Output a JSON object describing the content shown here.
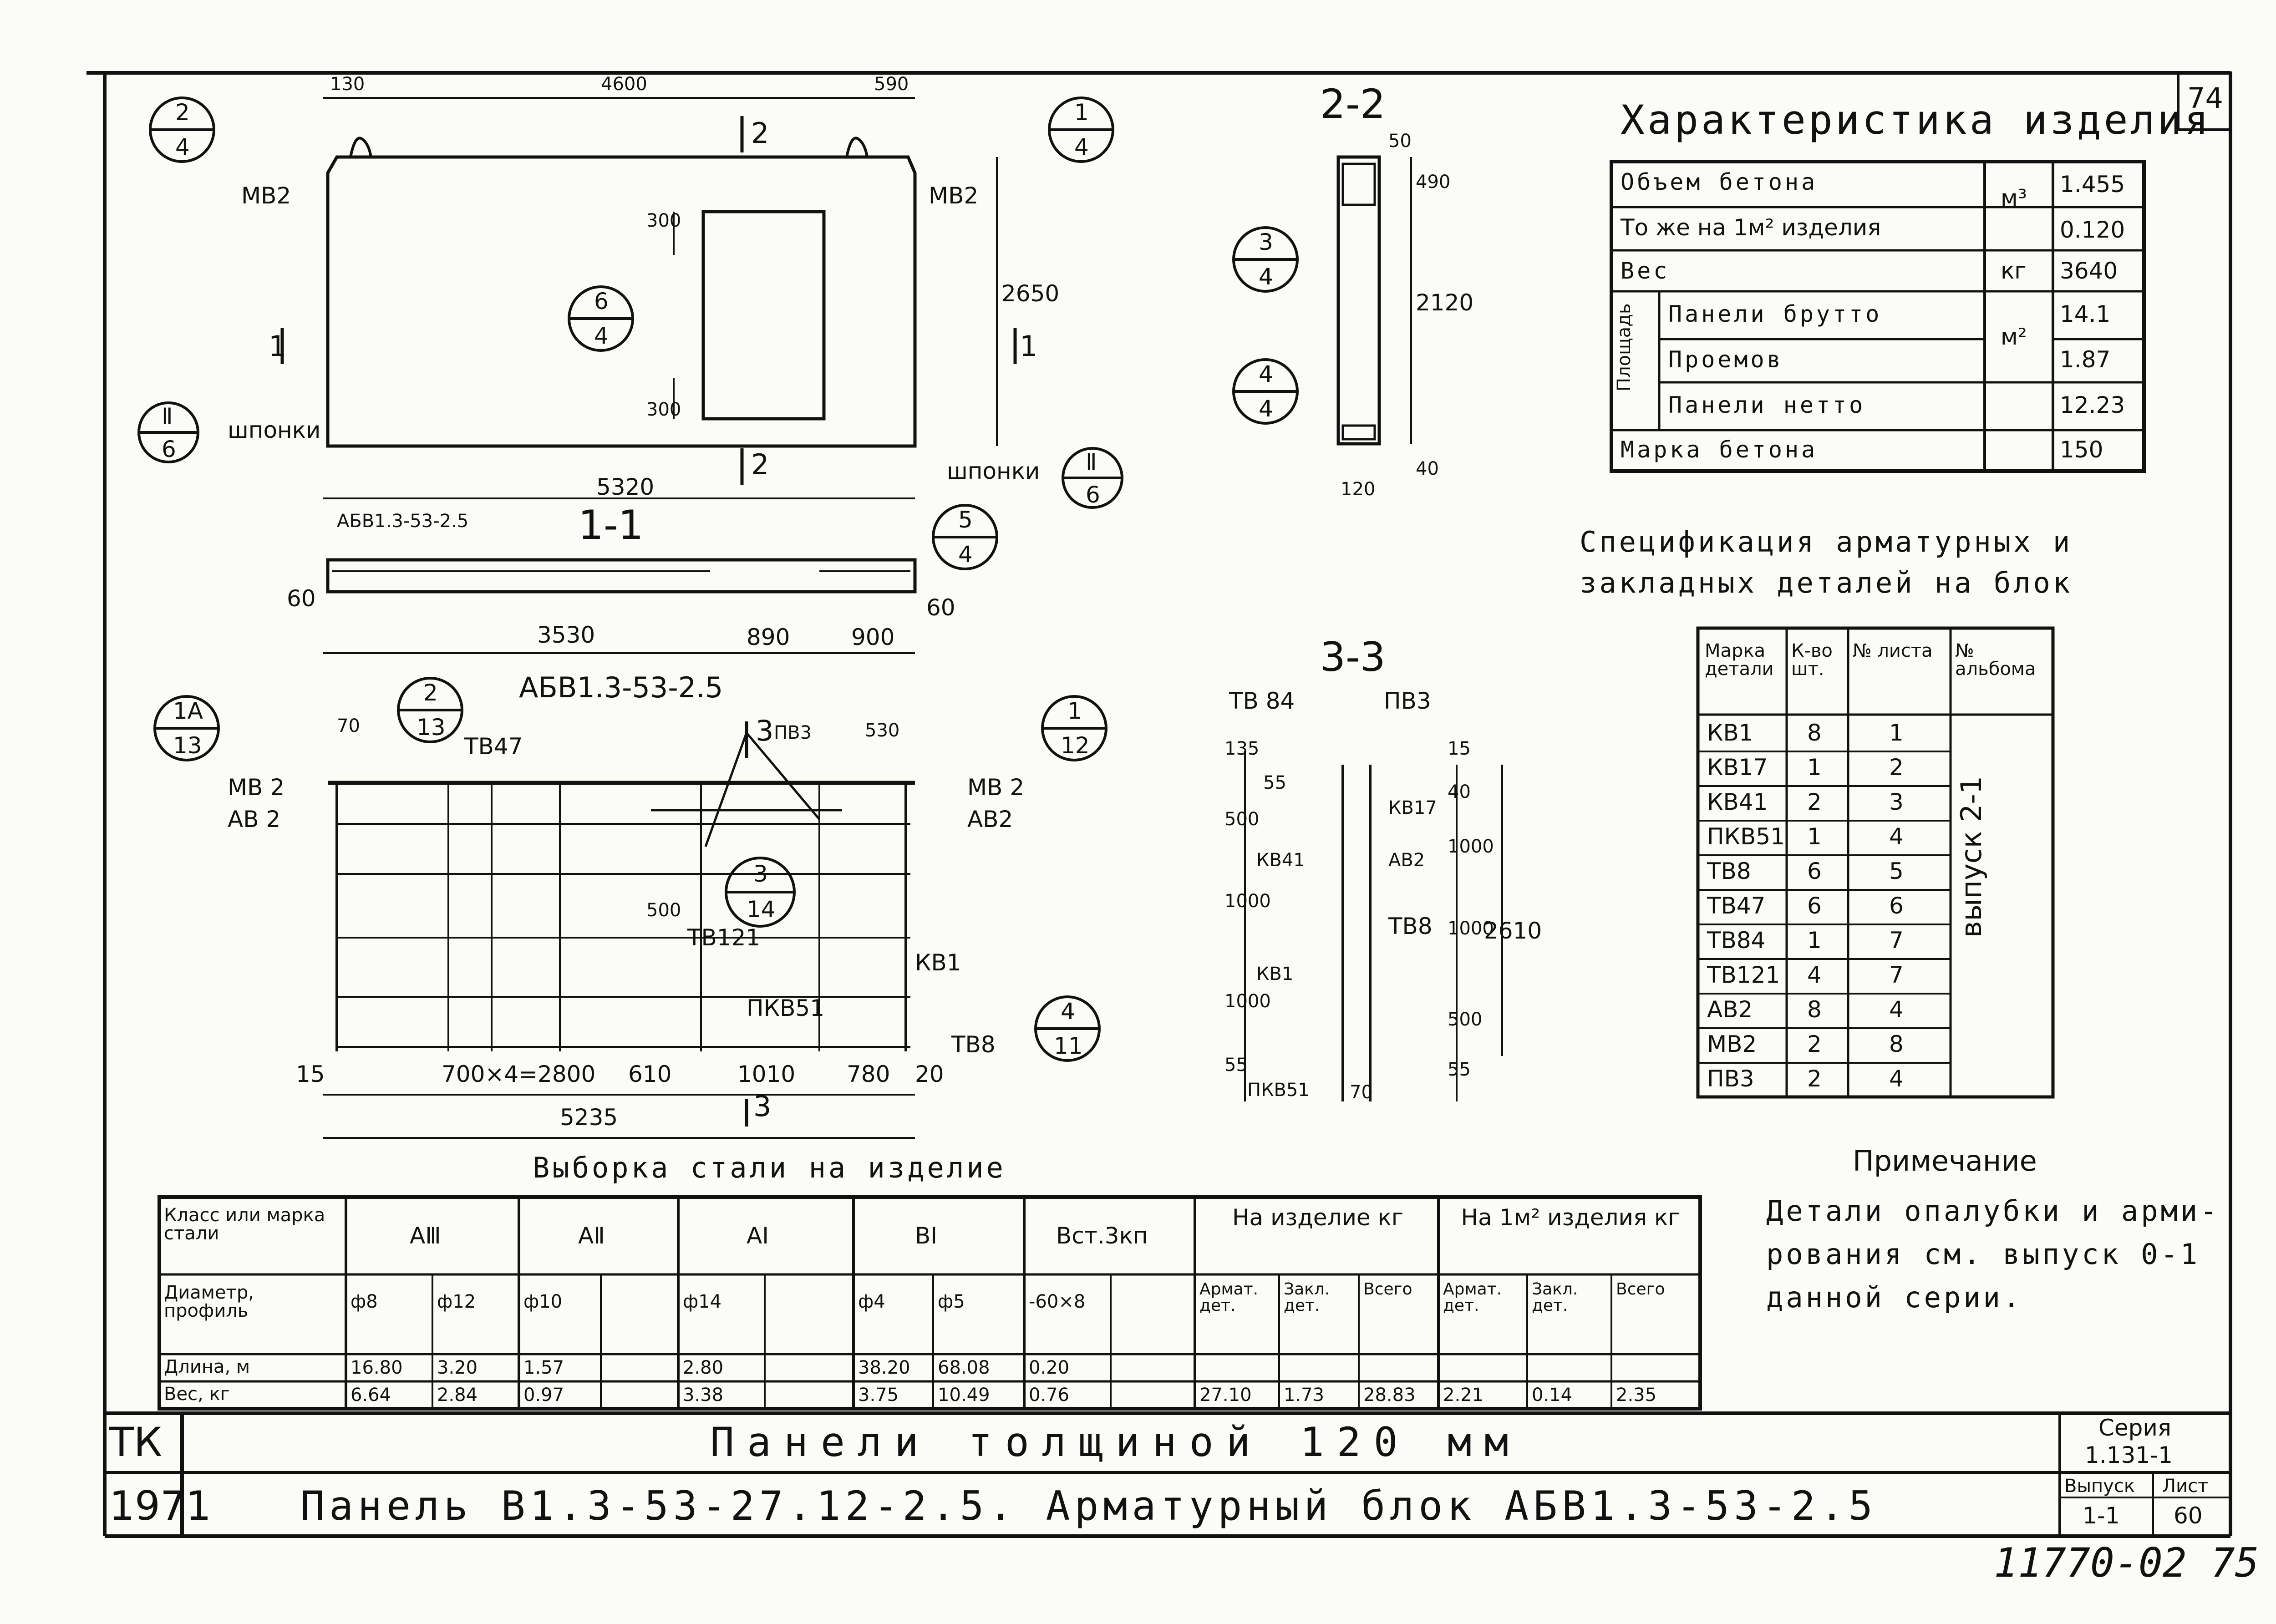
{
  "sheet_number": "74",
  "stamp_bottom": "11770-02 75",
  "characteristic": {
    "title": "Характеристика изделия",
    "rows": [
      {
        "label": "Объем бетона",
        "unit": "м³",
        "value": "1.455"
      },
      {
        "label": "То же на 1м² изделия",
        "unit": "",
        "value": "0.120"
      },
      {
        "label": "Вес",
        "unit": "кг",
        "value": "3640"
      },
      {
        "label": "Панели брутто",
        "unit": "м²",
        "value": "14.1"
      },
      {
        "label": "Проемов",
        "unit": "",
        "value": "1.87"
      },
      {
        "label": "Панели нетто",
        "unit": "",
        "value": "12.23"
      },
      {
        "label": "Марка бетона",
        "unit": "",
        "value": "150"
      }
    ],
    "group_label": "Площадь"
  },
  "specification": {
    "title_line1": "Спецификация арматурных и",
    "title_line2": "закладных деталей на блок",
    "headers": [
      "Марка детали",
      "К-во шт.",
      "№ листа",
      "№ альбома"
    ],
    "rows": [
      {
        "mark": "КВ1",
        "qty": "8",
        "sheet": "1"
      },
      {
        "mark": "КВ17",
        "qty": "1",
        "sheet": "2"
      },
      {
        "mark": "КВ41",
        "qty": "2",
        "sheet": "3"
      },
      {
        "mark": "ПКВ51",
        "qty": "1",
        "sheet": "4"
      },
      {
        "mark": "ТВ8",
        "qty": "6",
        "sheet": "5"
      },
      {
        "mark": "ТВ47",
        "qty": "6",
        "sheet": "6"
      },
      {
        "mark": "ТВ84",
        "qty": "1",
        "sheet": "7"
      },
      {
        "mark": "ТВ121",
        "qty": "4",
        "sheet": "7"
      },
      {
        "mark": "АВ2",
        "qty": "8",
        "sheet": "4"
      },
      {
        "mark": "МВ2",
        "qty": "2",
        "sheet": "8"
      },
      {
        "mark": "ПВ3",
        "qty": "2",
        "sheet": "4"
      }
    ],
    "album": "выпуск 2-1"
  },
  "note": {
    "title": "Примечание",
    "line1": "Детали опалубки и арми-",
    "line2": "рования см. выпуск 0-1",
    "line3": "данной серии."
  },
  "steel": {
    "title": "Выборка стали на изделие",
    "h_class": "Класс или марка стали",
    "h_diam": "Диаметр, профиль",
    "h_len": "Длина, м",
    "h_weight": "Вес, кг",
    "classes": [
      "АⅢ",
      "АⅡ",
      "АⅠ",
      "ВⅠ",
      "Вст.3кп"
    ],
    "on_product": "На изделие кг",
    "per_m2": "На 1м² изделия кг",
    "diameters": [
      "ф8",
      "ф12",
      "ф10",
      "",
      "ф14",
      "",
      "ф4",
      "ф5",
      "-60×8",
      "",
      "Армат. дет.",
      "Закл. дет.",
      "Всего",
      "Армат. дет.",
      "Закл. дет.",
      "Всего"
    ],
    "lengths": [
      "16.80",
      "3.20",
      "1.57",
      "",
      "2.80",
      "",
      "38.20",
      "68.08",
      "0.20",
      "",
      "",
      "",
      "",
      "",
      "",
      ""
    ],
    "weights": [
      "6.64",
      "2.84",
      "0.97",
      "",
      "3.38",
      "",
      "3.75",
      "10.49",
      "0.76",
      "",
      "27.10",
      "1.73",
      "28.83",
      "2.21",
      "0.14",
      "2.35"
    ]
  },
  "title_block": {
    "tk": "ТК",
    "year": "1971",
    "line1": "Панели толщиной 120 мм",
    "line2": "Панель В1.3-53-27.12-2.5.   Арматурный блок АБВ1.3-53-2.5",
    "series_label": "Серия",
    "series_value": "1.131-1",
    "issue_label": "Выпуск",
    "issue_value": "1-1",
    "sheet_label": "Лист",
    "sheet_value": "60"
  },
  "drawing": {
    "section_1_1": "1-1",
    "section_2_2": "2-2",
    "section_3_3": "3-3",
    "block_title": "АБВ1.3-53-2.5",
    "block_label_section": "АБВ1.3-53-2.5",
    "dims_top": [
      "130",
      "4600",
      "590"
    ],
    "dim_height": "2650",
    "dim_300a": "300",
    "dim_300b": "300",
    "dim_5320": "5320",
    "dims_sec11": [
      "60",
      "3530",
      "890",
      "900",
      "60"
    ],
    "dims_block": [
      "15",
      "700×4=2800",
      "610",
      "1010",
      "780",
      "20"
    ],
    "dim_5235": "5235",
    "dim_70": "70",
    "dim_530": "530",
    "dim_500": "500",
    "sec22_dims": [
      "50",
      "490",
      "2120",
      "40",
      "120"
    ],
    "sec33_left": [
      "135",
      "55",
      "500",
      "1000",
      "1000",
      "55"
    ],
    "sec33_right": [
      "15",
      "40",
      "1000",
      "1000",
      "500",
      "55"
    ],
    "sec33_total": "2610",
    "sec33_70": "70",
    "labels": {
      "mv2_left": "МВ2",
      "mv2_right": "МВ2",
      "shponki_left": "шпонки",
      "shponki_right": "шпонки",
      "cut1_left": "1",
      "cut1_right": "1",
      "cut2_top": "2",
      "cut2_bot": "2",
      "cut3_top": "3",
      "cut3_bot": "3",
      "mv2_b_left": "МВ 2",
      "av2_b_left": "АВ 2",
      "mv2_b_right": "МВ 2",
      "av2_b_right": "АВ2",
      "tv47": "ТВ47",
      "pv3": "ПВ3",
      "tv121": "ТВ121",
      "kv1": "КВ1",
      "pkv51": "ПКВ51",
      "tv8": "ТВ8",
      "tv84": "ТВ 84",
      "pv3b": "ПВ3",
      "kv17": "КВ17",
      "kv41": "КВ41",
      "av2c": "АВ2",
      "tv8c": "ТВ8",
      "kv1c": "КВ1",
      "pkv51c": "ПКВ51"
    },
    "bubbles": [
      {
        "top": "2",
        "bot": "4"
      },
      {
        "top": "1",
        "bot": "4"
      },
      {
        "top": "6",
        "bot": "4"
      },
      {
        "top": "Ⅱ",
        "bot": "6"
      },
      {
        "top": "Ⅱ",
        "bot": "6"
      },
      {
        "top": "5",
        "bot": "4"
      },
      {
        "top": "3",
        "bot": "4"
      },
      {
        "top": "4",
        "bot": "4"
      },
      {
        "top": "1А",
        "bot": "13"
      },
      {
        "top": "2",
        "bot": "13"
      },
      {
        "top": "1",
        "bot": "12"
      },
      {
        "top": "3",
        "bot": "14"
      },
      {
        "top": "4",
        "bot": "11"
      }
    ]
  }
}
